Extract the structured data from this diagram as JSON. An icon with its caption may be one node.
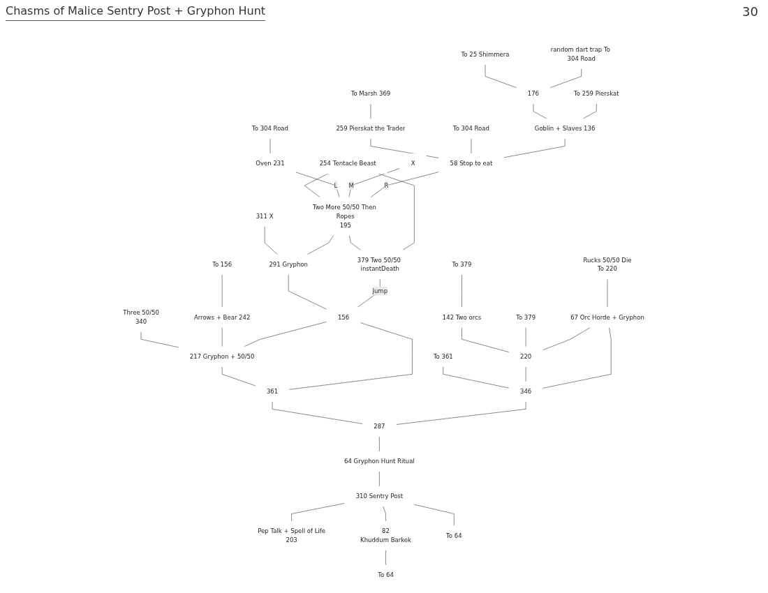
{
  "diagram": {
    "title": "Chasms of Malice Sentry Post + Gryphon Hunt",
    "nodes": [
      {
        "text": [
          "Pep Talk + Spell of Life",
          "203"
        ]
      },
      {
        "text": [
          "310 Sentry Post"
        ]
      },
      {
        "text": [
          "82",
          "Khuddum Barkek"
        ]
      },
      {
        "text": [
          "To 64"
        ]
      },
      {
        "text": [
          "To 64"
        ]
      },
      {
        "text": [
          "64 Gryphon Hunt Ritual"
        ]
      },
      {
        "text": [
          "287"
        ]
      },
      {
        "text": [
          "361"
        ]
      },
      {
        "text": [
          "346"
        ]
      },
      {
        "text": [
          "To 361"
        ]
      },
      {
        "text": [
          "220"
        ]
      },
      {
        "text": [
          "142 Two orcs"
        ]
      },
      {
        "text": [
          "To 379"
        ]
      },
      {
        "text": [
          "To 379"
        ]
      },
      {
        "text": [
          "67 Orc Horde + Gryphon"
        ]
      },
      {
        "text": [
          "Rucks 50/50 Die",
          "To 220"
        ]
      },
      {
        "text": [
          "217 Gryphon + 50/50"
        ]
      },
      {
        "text": [
          "Three 50/50",
          "340"
        ]
      },
      {
        "text": [
          "Arrows + Bear 242"
        ]
      },
      {
        "text": [
          "To 156"
        ]
      },
      {
        "text": [
          "156"
        ]
      },
      {
        "text": [
          "291 Gryphon"
        ]
      },
      {
        "text": [
          "311 X"
        ]
      },
      {
        "text": [
          "379 Two 50/50 instantDeath"
        ]
      },
      {
        "text": [
          "Two More 50/50 Then Ropes",
          "195"
        ]
      },
      {
        "text": [
          "254 Tentacle Beast"
        ]
      },
      {
        "text": [
          "Oven 231"
        ]
      },
      {
        "text": [
          "To 304 Road"
        ]
      },
      {
        "text": [
          "58 Stop to eat"
        ]
      },
      {
        "text": [
          "259 Pierskat the Trader"
        ]
      },
      {
        "text": [
          "To Marsh 369"
        ]
      },
      {
        "text": [
          "To 304 Road"
        ]
      },
      {
        "text": [
          "Goblin + Slaves 136"
        ]
      },
      {
        "text": [
          "176"
        ]
      },
      {
        "text": [
          "To 25 Shimmera"
        ]
      },
      {
        "text": [
          "random dart trap To 304 Road"
        ]
      },
      {
        "text": [
          "To 259 Pierskat"
        ]
      },
      {
        "text": [
          "X"
        ]
      }
    ],
    "edges": [
      {
        "from": 0,
        "to": 1,
        "arrow": "none"
      },
      {
        "from": 2,
        "to": 1,
        "arrow": "none"
      },
      {
        "from": 3,
        "to": 2,
        "arrow": "none"
      },
      {
        "from": 4,
        "to": 1,
        "arrow": "none"
      },
      {
        "from": 1,
        "to": 5,
        "arrow": "none"
      },
      {
        "from": 5,
        "to": 6,
        "arrow": "none"
      },
      {
        "from": 6,
        "to": 7,
        "arrow": "none"
      },
      {
        "from": 6,
        "to": 8,
        "arrow": "none"
      },
      {
        "from": 8,
        "to": 9,
        "arrow": "none"
      },
      {
        "from": 8,
        "to": 10,
        "arrow": "none"
      },
      {
        "from": 8,
        "to": 14,
        "arrow": "none"
      },
      {
        "from": 10,
        "to": 11,
        "arrow": "none"
      },
      {
        "from": 11,
        "to": 12,
        "arrow": "none"
      },
      {
        "from": 10,
        "to": 13,
        "arrow": "none"
      },
      {
        "from": 10,
        "to": 14,
        "arrow": "none"
      },
      {
        "from": 14,
        "to": 15,
        "arrow": "none"
      },
      {
        "from": 7,
        "to": 16,
        "arrow": "none"
      },
      {
        "from": 7,
        "to": 20,
        "arrow": "none"
      },
      {
        "from": 16,
        "to": 17,
        "arrow": "none"
      },
      {
        "from": 16,
        "to": 18,
        "arrow": "none"
      },
      {
        "from": 18,
        "to": 19,
        "arrow": "none"
      },
      {
        "from": 16,
        "to": 20,
        "arrow": "none"
      },
      {
        "from": 20,
        "to": 21,
        "arrow": "none"
      },
      {
        "from": 20,
        "to": 23,
        "label": "Jump",
        "arrow": "none"
      },
      {
        "from": 21,
        "to": 22,
        "arrow": "none"
      },
      {
        "from": 21,
        "to": 24,
        "arrow": "none"
      },
      {
        "from": 23,
        "to": 24,
        "arrow": "none"
      },
      {
        "from": 24,
        "to": 25,
        "arrow": "none"
      },
      {
        "from": 23,
        "to": 25,
        "arrow": "none"
      },
      {
        "from": 24,
        "to": 26,
        "label": "L",
        "arrow": "none"
      },
      {
        "from": 24,
        "to": 37,
        "label": "M",
        "arrow": "none"
      },
      {
        "from": 24,
        "to": 28,
        "label": "R",
        "arrow": "none"
      },
      {
        "from": 26,
        "to": 27,
        "arrow": "none"
      },
      {
        "from": 28,
        "to": 29,
        "arrow": "none"
      },
      {
        "from": 29,
        "to": 30,
        "arrow": "none"
      },
      {
        "from": 28,
        "to": 31,
        "arrow": "none"
      },
      {
        "from": 28,
        "to": 32,
        "arrow": "none"
      },
      {
        "from": 32,
        "to": 33,
        "arrow": "none"
      },
      {
        "from": 33,
        "to": 34,
        "arrow": "none"
      },
      {
        "from": 33,
        "to": 35,
        "arrow": "none"
      },
      {
        "from": 32,
        "to": 36,
        "arrow": "none"
      }
    ],
    "labels": [
      "30"
    ]
  }
}
